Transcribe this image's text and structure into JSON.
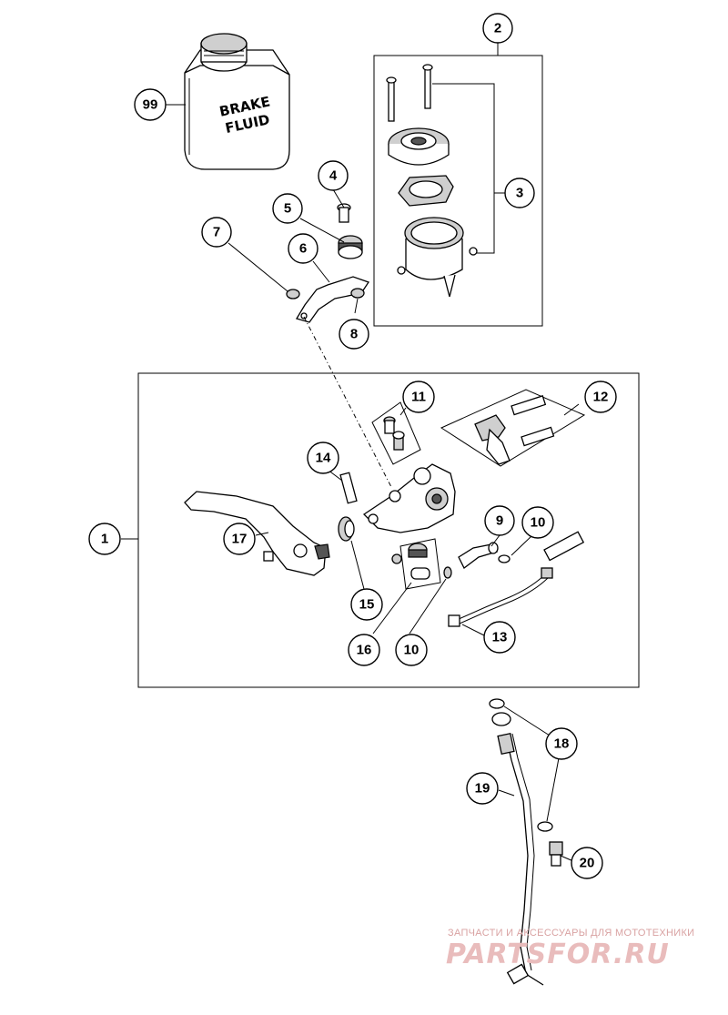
{
  "diagram": {
    "can_label_line1": "BRAKE",
    "can_label_line2": "FLUID",
    "callouts": {
      "c1": "1",
      "c2": "2",
      "c3": "3",
      "c4": "4",
      "c5": "5",
      "c6": "6",
      "c7": "7",
      "c8": "8",
      "c9": "9",
      "c10a": "10",
      "c10b": "10",
      "c11": "11",
      "c12": "12",
      "c13": "13",
      "c14": "14",
      "c15": "15",
      "c16": "16",
      "c17": "17",
      "c18": "18",
      "c19": "19",
      "c20": "20",
      "c99": "99"
    }
  },
  "watermark": {
    "tagline": "ЗАПЧАСТИ И АКСЕССУАРЫ ДЛЯ МОТОТЕХНИКИ",
    "brand": "PARTSFOR.RU",
    "color": "#e9bcbc"
  }
}
